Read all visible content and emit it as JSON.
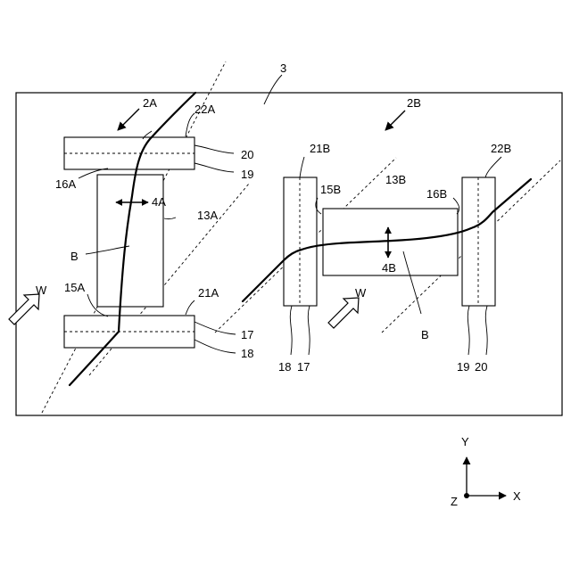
{
  "labels": {
    "substrate": "3",
    "unit_a": "2A",
    "unit_b": "2B",
    "electrode_22a": "22A",
    "electrode_21a": "21A",
    "electrode_21b": "21B",
    "electrode_22b": "22B",
    "lead_20_a": "20",
    "lead_19_a": "19",
    "lead_17_a": "17",
    "lead_18_a": "18",
    "lead_18_b": "18",
    "lead_17_b": "17",
    "lead_19_b": "19",
    "lead_20_b": "20",
    "joint_16a": "16A",
    "joint_15a": "15A",
    "joint_15b": "15B",
    "joint_16b": "16B",
    "actuator_13a": "13A",
    "actuator_13b": "13B",
    "motion_4a": "4A",
    "motion_4b": "4B",
    "fiber_a": "B",
    "fiber_b": "B",
    "wind_a": "W",
    "wind_b": "W",
    "axis_y": "Y",
    "axis_x": "X",
    "axis_z": "Z"
  }
}
